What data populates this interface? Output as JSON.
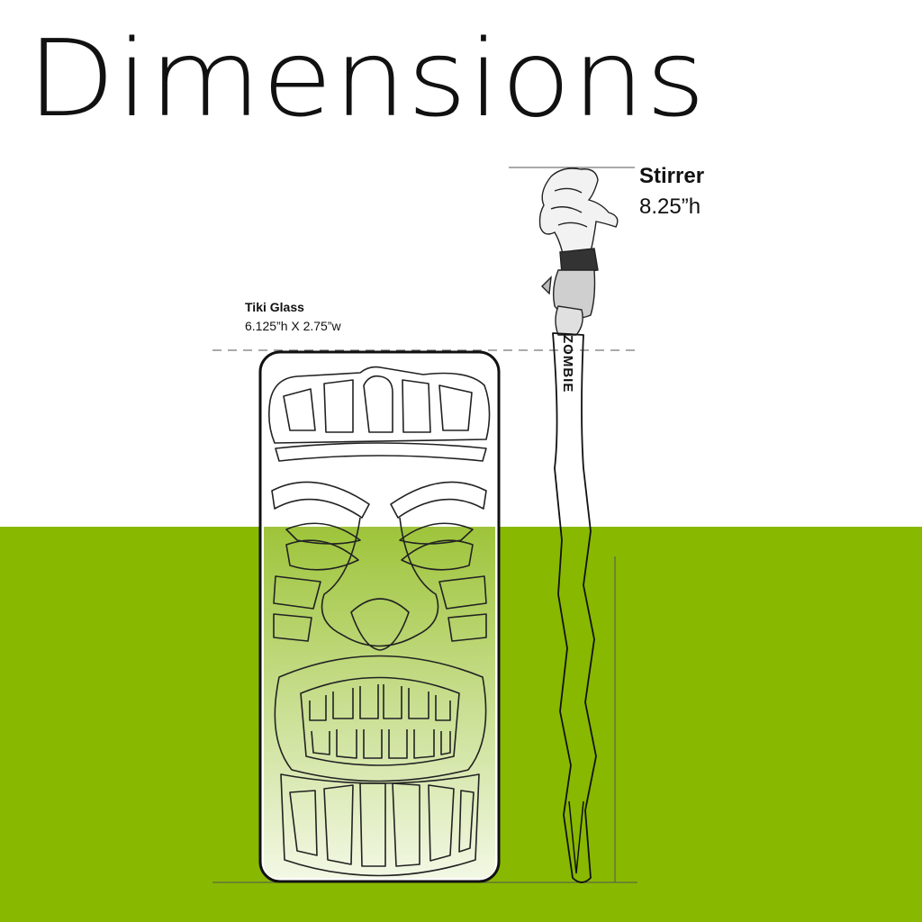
{
  "page": {
    "title": "Dimensions"
  },
  "colors": {
    "accent": "#88b800",
    "glass_fill": "#d9ebb0",
    "outline": "#222222"
  },
  "stirrer": {
    "name": "Stirrer",
    "dimensions": "8.25”h",
    "engraving": "ZOMBIE",
    "icon": "zombie-hand-icon"
  },
  "tiki_glass": {
    "name": "Tiki Glass",
    "dimensions": "6.125”h X 2.75”w",
    "icon": "tiki-face-icon"
  }
}
